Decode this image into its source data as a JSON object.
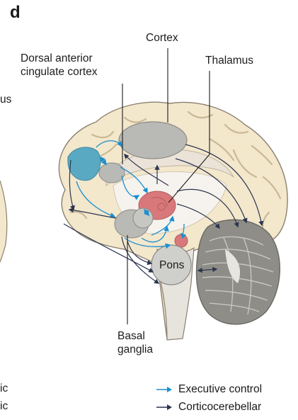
{
  "panel_letter": "d",
  "labels": {
    "cortex": "Cortex",
    "dacc_line1": "Dorsal anterior",
    "dacc_line2": "cingulate cortex",
    "thalamus": "Thalamus",
    "pons": "Pons",
    "basal_line1": "Basal",
    "basal_line2": "ganglia",
    "cut_left_1": "us",
    "cut_left_2": "ic",
    "cut_left_3": "ic"
  },
  "legend": [
    {
      "label": "Executive control",
      "color": "#1b8fcf"
    },
    {
      "label": "Corticocerebellar",
      "color": "#2b3550"
    }
  ],
  "colors": {
    "brain_fill": "#f3e7cc",
    "brain_stroke": "#8a8170",
    "region_grey": "#b9b9b5",
    "dacc_blue": "#5aa9c2",
    "thalamus_red": "#d9787a",
    "executive_arrow": "#1b8fcf",
    "cortico_arrow": "#2b3550"
  }
}
